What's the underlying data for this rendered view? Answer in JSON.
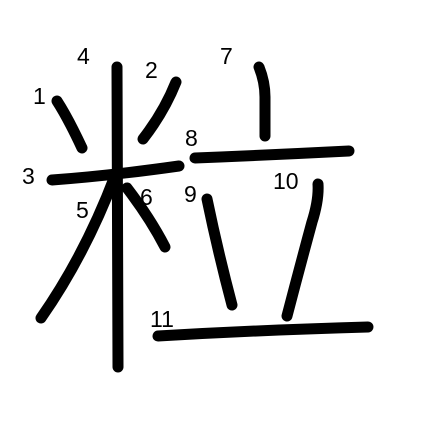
{
  "character": "粒",
  "stroke_count": 11,
  "stroke_numbers": [
    "1",
    "2",
    "3",
    "4",
    "5",
    "6",
    "7",
    "8",
    "9",
    "10",
    "11"
  ],
  "colors": {
    "background": "#ffffff",
    "ink": "#000000"
  }
}
